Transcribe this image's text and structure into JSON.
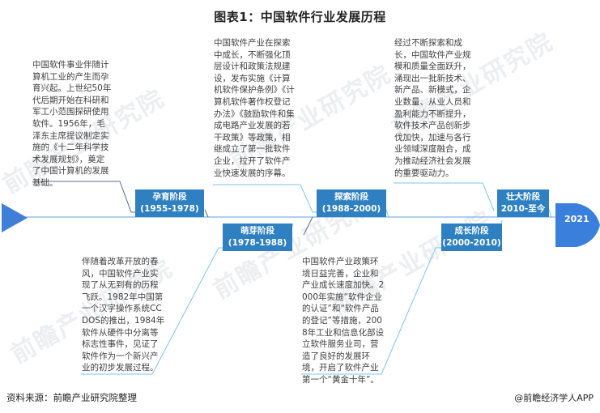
{
  "title": "图表1：中国软件行业发展历程",
  "colors": {
    "stage_box": "#2e80c0",
    "axis_line": "#7fb2e5",
    "arrow_start": "#3f7fd8",
    "end_cap": "#3a7fdc",
    "connector_dark": "#5a6b8c",
    "connector_light": "#7fc4ea"
  },
  "timeline": {
    "end_label": "2021",
    "stages": [
      {
        "name": "孕育阶段",
        "period": "(1955-1978)",
        "position": "top",
        "description": "中国软件事业伴随计算机工业的产生而孕育兴起。上世纪50年代后期开始在科研和军工小范围探研使用软件。1956年，毛泽东主席提议制定实施的《十二年科学技术发展规划》，奠定了中国计算机的发展基础。"
      },
      {
        "name": "萌芽阶段",
        "period": "(1978-1988)",
        "position": "bottom",
        "description": "伴随着改革开放的春风，中国软件产业实现了从无到有的历程飞跃。1982年中国第一个汉字操作系统CCDOS的推出，1984年软件从硬件中分离等标志性事件，见证了软件作为一个新兴产业的初步发展过程。"
      },
      {
        "name": "探索阶段",
        "period": "(1988-2000)",
        "position": "top",
        "description": "中国软件产业在探索中成长，不断强化顶层设计和政策法规建设，发布实施《计算机软件保护条例》《计算机软件著作权登记办法》《鼓励软件和集成电路产业发展的若干政策》等政策，相继成立了第一批软件企业，拉开了软件产业快速发展的序幕。"
      },
      {
        "name": "成长阶段",
        "period": "(2000-2010)",
        "position": "bottom",
        "description": "中国软件产业政策环境日益完善，企业和产业成长速度加快。2000年实施“软件企业的认证”和“软件产品的登记”等措施，2008年工业和信息化部设立软件服务业司，营造了良好的发展环境，开启了软件产业第一个“黄金十年”。"
      },
      {
        "name": "壮大阶段",
        "period": "2010-至今",
        "position": "top",
        "description": "经过不断探索和成长，中国软件产业规模和质量全面跃升，涌现出一批新技术、新产品、新模式，企业数量、从业人员和盈利能力不断提升，软件技术产品创新步伐加快，加速与各行业领域深度融合，成为推动经济社会发展的重要驱动力。"
      }
    ]
  },
  "footer": {
    "source": "资料来源：前瞻产业研究院整理",
    "credit": "@前瞻经济学人APP"
  },
  "watermark": {
    "text": "前瞻产业研究院"
  }
}
